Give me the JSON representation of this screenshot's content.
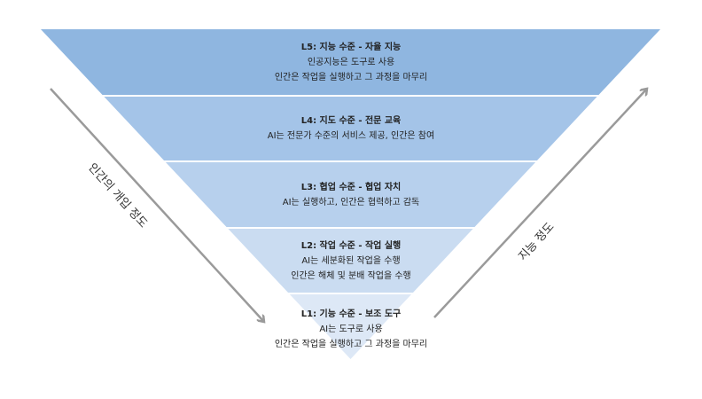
{
  "levels": [
    {
      "title": "L5: 지능 수준 - 자율 지능",
      "lines": [
        "인공지능은 도구로 사용",
        "인간은 작업을 실행하고 그 과정을 마무리"
      ],
      "color": "#8fb6e0"
    },
    {
      "title": "L4: 지도 수준 - 전문 교육",
      "lines": [
        "AI는 전문가 수준의 서비스 제공, 인간은 참여"
      ],
      "color": "#a4c4e8"
    },
    {
      "title": "L3: 협업 수준 - 협업 자치",
      "lines": [
        "AI는 실행하고, 인간은 협력하고 감독"
      ],
      "color": "#b7d0ed"
    },
    {
      "title": "L2: 작업 수준 - 작업 실행",
      "lines": [
        "AI는 세분화된 작업을 수행",
        "인간은 해체 및 분배 작업을 수행"
      ],
      "color": "#cadcf1"
    },
    {
      "title": "L1: 기능 수준 - 보조 도구",
      "lines": [
        "AI는 도구로 사용",
        "인간은 작업을 실행하고 그 과정을 마무리"
      ],
      "color": "#dde8f6"
    }
  ],
  "axes": {
    "human_involvement": "인간의 개입 정도",
    "intelligence": "지능 정도"
  },
  "arrow_color": "#9a9a9a"
}
